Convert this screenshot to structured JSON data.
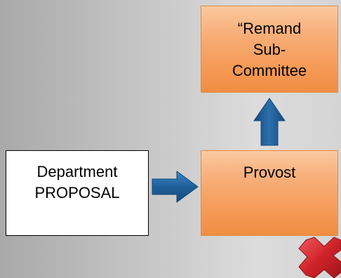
{
  "diagram": {
    "remand_box": {
      "lines": [
        "“Remand",
        "Sub-",
        "Committee"
      ]
    },
    "provost_box": {
      "label": "Provost"
    },
    "department_box": {
      "lines": [
        "Department",
        "PROPOSAL"
      ]
    },
    "arrows": [
      {
        "from": "department",
        "to": "provost",
        "direction": "right",
        "color": "#1f5f9a"
      },
      {
        "from": "provost",
        "to": "remand",
        "direction": "up",
        "color": "#1f5f9a"
      }
    ],
    "reject_mark": {
      "icon": "red-x-icon",
      "color": "#d0232a"
    }
  }
}
